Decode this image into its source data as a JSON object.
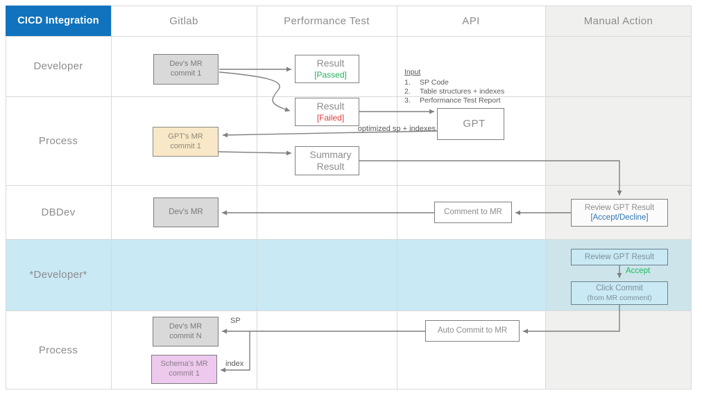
{
  "header": {
    "title": "CICD Integration",
    "columns": [
      "Gitlab",
      "Performance Test",
      "API",
      "Manual Action"
    ]
  },
  "rows": [
    "Developer",
    "Process",
    "DBDev",
    "*Developer*",
    "Process"
  ],
  "nodes": {
    "devs_mr_commit1": {
      "line1": "Dev's MR",
      "line2": "commit 1"
    },
    "result_passed": {
      "line1": "Result",
      "line2": "[Passed]"
    },
    "result_failed": {
      "line1": "Result",
      "line2": "[Failed]"
    },
    "gpts_mr_commit1": {
      "line1": "GPT's MR",
      "line2": "commit 1"
    },
    "summary_result": {
      "line1": "Summary",
      "line2": "Result"
    },
    "gpt": {
      "line1": "GPT"
    },
    "devs_mr": {
      "line1": "Dev's MR"
    },
    "comment_to_mr": {
      "line1": "Comment to MR"
    },
    "review_gpt_result_decision": {
      "line1": "Review GPT Result",
      "line2": "[Accept/Decline]"
    },
    "review_gpt_result": {
      "line1": "Review GPT Result"
    },
    "click_commit": {
      "line1": "Click Commit",
      "line2": "(from MR comment)"
    },
    "devs_mr_commitN": {
      "line1": "Dev's MR",
      "line2": "commit N"
    },
    "schemas_mr_commit1": {
      "line1": "Schema's MR",
      "line2": "commit 1"
    },
    "auto_commit_to_mr": {
      "line1": "Auto Commit to MR"
    }
  },
  "annotations": {
    "input_title": "Input",
    "input_items": [
      {
        "num": "1.",
        "text": "SP Code"
      },
      {
        "num": "2.",
        "text": "Table structures + indexes"
      },
      {
        "num": "3.",
        "text": "Performance Test Report"
      }
    ],
    "optimized_label": "optimized sp + indexes",
    "accept_label": "Accept",
    "sp_label": "SP",
    "index_label": "index"
  },
  "colors": {
    "header_blue": "#1173bd",
    "passed_green": "#1fb25a",
    "failed_red": "#e03c3c",
    "accept_green": "#1fbd5f",
    "accept_decline_blue": "#2e75b6",
    "row_highlight_blue": "#c9e9f4",
    "manual_column_gray": "#f0f0ef",
    "node_gray": "#d9d9d9",
    "node_cream": "#f8e8c7",
    "node_pink": "#edc9ed",
    "connector_gray": "#7f7f7f"
  }
}
